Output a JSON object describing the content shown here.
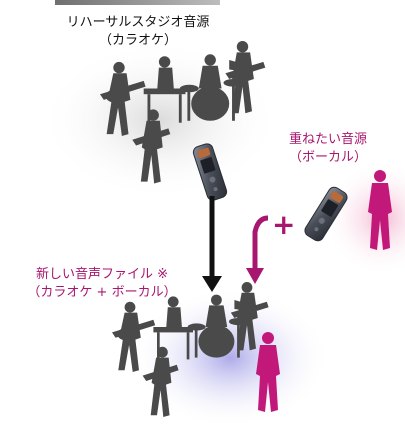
{
  "source": {
    "line1": "リハーサルスタジオ音源",
    "line2": "（カラオケ）"
  },
  "overlay": {
    "line1": "重ねたい音源",
    "line2": "（ボーカル）"
  },
  "result": {
    "line1": "新しい音声ファイル ※",
    "line2": "（カラオケ + ボーカル）"
  },
  "plus_symbol": "+",
  "colors": {
    "accent_magenta": "#a8176f",
    "band_silhouette": "#4a4a4a",
    "vocal_figure": "#c2187a",
    "arrow_black": "#111111",
    "glow_pink": "#f3b6cf",
    "glow_purple": "#a9a6e8"
  }
}
